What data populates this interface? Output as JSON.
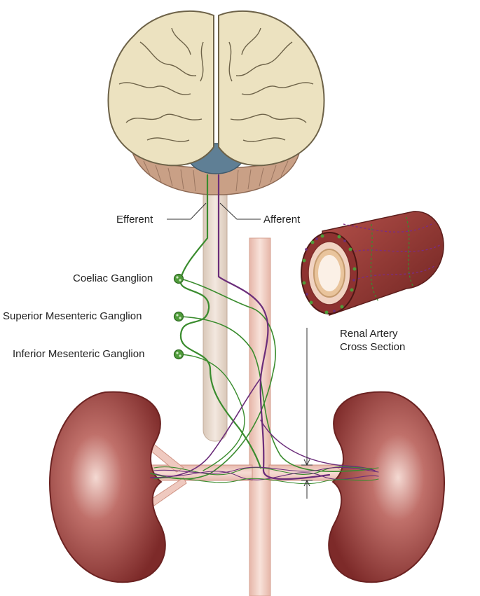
{
  "labels": {
    "efferent": "Efferent",
    "afferent": "Afferent",
    "coeliac_ganglion": "Coeliac Ganglion",
    "superior_mesenteric_ganglion": "Superior Mesenteric Ganglion",
    "inferior_mesenteric_ganglion": "Inferior Mesenteric Ganglion",
    "renal_artery_line1": "Renal Artery",
    "renal_artery_line2": "Cross Section"
  },
  "colors": {
    "efferent_nerve": "#3a8c2e",
    "afferent_nerve": "#6b2d7a",
    "brain": "#ece2c0",
    "brainstem": "#5f7f95",
    "cerebellum": "#c49a7f",
    "spinal_cord": "#e7d8cc",
    "aorta": "#f0cfc4",
    "kidney": "#8e3230",
    "artery_wall": "#9a3a36"
  }
}
